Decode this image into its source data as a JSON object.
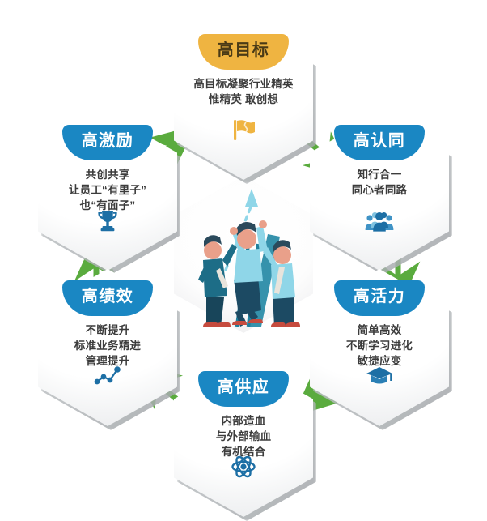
{
  "diagram": {
    "title_text": "",
    "colors": {
      "header_blue": "#1a87c3",
      "header_amber": "#efb441",
      "arrow_green": "#5aab3e",
      "icon_blue": "#1d6fa5",
      "body_text": "#3c3c3c",
      "amber_text": "#4a3a16",
      "hex_fill": "#ffffff",
      "background": "#ffffff"
    },
    "nodes": [
      {
        "id": "high-goal",
        "header": "高目标",
        "header_style": "amber",
        "lines": [
          "高目标凝聚行业精英",
          "惟精英 敢创想"
        ],
        "icon": "flag-icon",
        "icon_color": "#efb441",
        "position": "top"
      },
      {
        "id": "high-incentive",
        "header": "高激励",
        "header_style": "blue",
        "lines": [
          "共创共享",
          "让员工“有里子”",
          "也“有面子”"
        ],
        "icon": "trophy-icon",
        "icon_color": "#1d6fa5",
        "position": "upper-left"
      },
      {
        "id": "high-identification",
        "header": "高认同",
        "header_style": "blue",
        "lines": [
          "知行合一",
          "同心者同路"
        ],
        "icon": "people-group-icon",
        "icon_color": "#1d6fa5",
        "position": "upper-right"
      },
      {
        "id": "high-performance",
        "header": "高绩效",
        "header_style": "blue",
        "lines": [
          "不断提升",
          "标准业务精进",
          "管理提升"
        ],
        "icon": "network-graph-icon",
        "icon_color": "#1d6fa5",
        "position": "lower-left"
      },
      {
        "id": "high-vitality",
        "header": "高活力",
        "header_style": "blue",
        "lines": [
          "简单高效",
          "不断学习进化",
          "敏捷应变"
        ],
        "icon": "graduation-cap-icon",
        "icon_color": "#1d6fa5",
        "position": "lower-right"
      },
      {
        "id": "high-supply",
        "header": "高供应",
        "header_style": "blue",
        "lines": [
          "内部造血",
          "与外部输血",
          "有机结合"
        ],
        "icon": "atom-icon",
        "icon_color": "#1d6fa5",
        "position": "bottom"
      }
    ],
    "center": {
      "id": "teamwork-illustration",
      "description": "三人协作攀登插画"
    },
    "arrows": [
      {
        "id": "arrow-incentive-to-goal",
        "from": "high-incentive",
        "to": "high-goal",
        "direction": "up-right"
      },
      {
        "id": "arrow-goal-to-identification",
        "from": "high-goal",
        "to": "high-identification",
        "direction": "down-right"
      },
      {
        "id": "arrow-identification-to-vitality",
        "from": "high-identification",
        "to": "high-vitality",
        "direction": "down"
      },
      {
        "id": "arrow-vitality-to-supply",
        "from": "high-vitality",
        "to": "high-supply",
        "direction": "down-left"
      },
      {
        "id": "arrow-supply-to-performance",
        "from": "high-supply",
        "to": "high-performance",
        "direction": "up-left"
      },
      {
        "id": "arrow-performance-to-incentive",
        "from": "high-performance",
        "to": "high-incentive",
        "direction": "up"
      }
    ]
  }
}
